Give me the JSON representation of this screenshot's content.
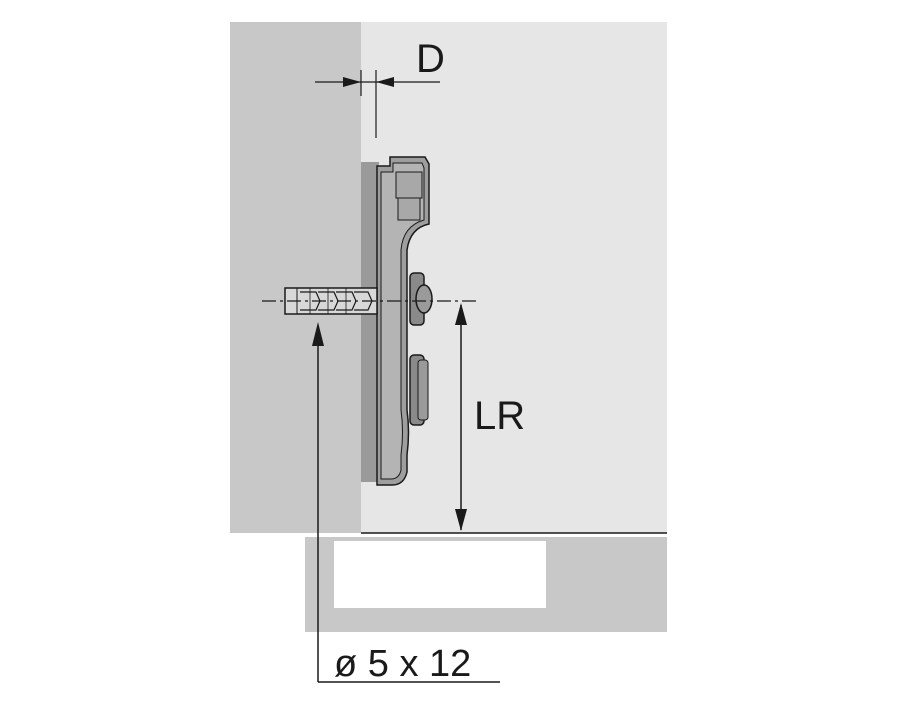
{
  "labels": {
    "gap_dimension": "D",
    "height_dimension": "LR",
    "dowel_size": "ø 5 x 12"
  },
  "colors": {
    "cabinet_side": "#c8c8c8",
    "cabinet_interior": "#e6e6e6",
    "mounting_plate": "#8a8a8a",
    "line": "#1a1a1a"
  }
}
